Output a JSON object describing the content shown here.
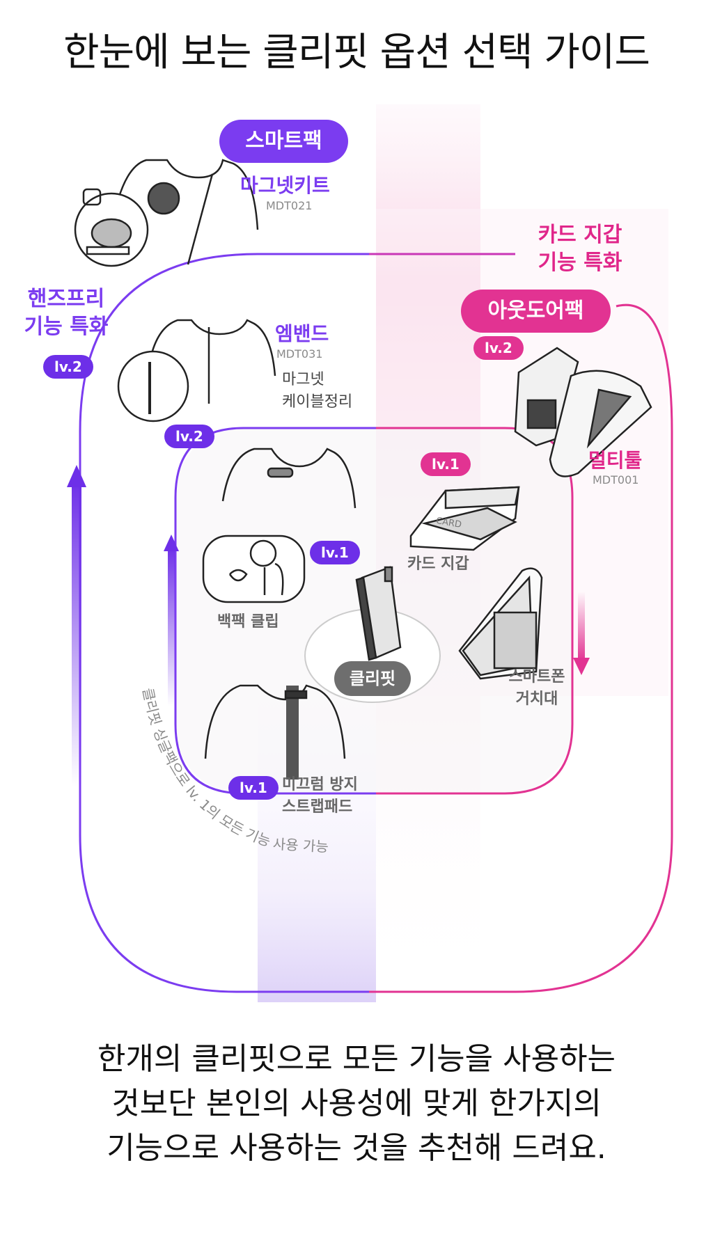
{
  "title": "한눈에 보는 클리핏 옵션 선택 가이드",
  "colors": {
    "purple": "#6d2fe8",
    "pink": "#e23392",
    "gray": "#6e6e6e"
  },
  "sections": {
    "handsfree": {
      "heading_line1": "핸즈프리",
      "heading_line2": "기능 특화",
      "level": "lv.2"
    },
    "cardwallet": {
      "heading_line1": "카드 지갑",
      "heading_line2": "기능 특화"
    }
  },
  "packs": {
    "smart": "스마트팩",
    "outdoor": "아웃도어팩",
    "center": "클리핏"
  },
  "items": {
    "magnet_kit": {
      "name": "마그넷키트",
      "code": "MDT021"
    },
    "mband": {
      "name": "엠밴드",
      "code": "MDT031",
      "desc_line1": "마그넷",
      "desc_line2": "케이블정리",
      "level": "lv.2"
    },
    "multitool": {
      "name": "멀티툴",
      "code": "MDT001",
      "level": "lv.2"
    },
    "backpack_clip": {
      "name": "백팩 클립",
      "level": "lv.1"
    },
    "card_wallet": {
      "name": "카드 지갑",
      "level": "lv.1",
      "card_text": "CARD"
    },
    "phone_stand": {
      "name_line1": "스마트폰",
      "name_line2": "거치대"
    },
    "strap_pad": {
      "name_line1": "미끄럼 방지",
      "name_line2": "스트랩패드",
      "level": "lv.1"
    }
  },
  "curved_note": "클리핏 싱글팩으로 lv. 1의 모든 기능 사용 가능",
  "footer": {
    "line1": "한개의 클리핏으로 모든 기능을 사용하는",
    "line2": "것보단 본인의 사용성에 맞게 한가지의",
    "line3": "기능으로 사용하는 것을 추천해 드려요."
  }
}
